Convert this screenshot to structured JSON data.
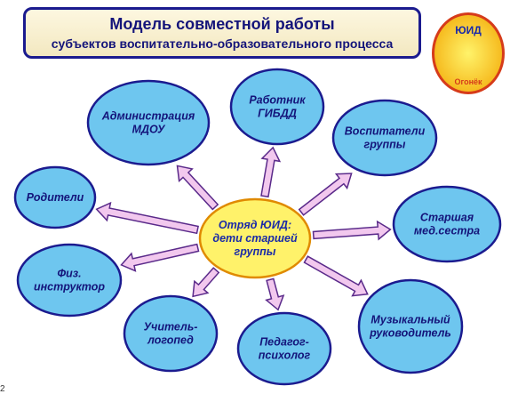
{
  "title": {
    "main": "Модель совместной работы",
    "sub": "субъектов воспитательно-образовательного  процесса"
  },
  "badge": {
    "top": "ЮИД",
    "bottom": "Огонёк"
  },
  "center": {
    "lines": [
      "Отряд ЮИД:",
      "дети старшей",
      "группы"
    ]
  },
  "nodes": [
    {
      "id": "administration",
      "lines": [
        "Администрация",
        "МДОУ"
      ]
    },
    {
      "id": "gibdd",
      "lines": [
        "Работник",
        "ГИБДД"
      ]
    },
    {
      "id": "educators",
      "lines": [
        "Воспитатели",
        "группы"
      ]
    },
    {
      "id": "nurse",
      "lines": [
        "Старшая",
        "мед.сестра"
      ]
    },
    {
      "id": "music",
      "lines": [
        "Музыкальный",
        "руководитель"
      ]
    },
    {
      "id": "psychologist",
      "lines": [
        "Педагог-",
        "психолог"
      ]
    },
    {
      "id": "speech",
      "lines": [
        "Учитель-",
        "логопед"
      ]
    },
    {
      "id": "pe",
      "lines": [
        "Физ.",
        "инструктор"
      ]
    },
    {
      "id": "parents",
      "lines": [
        "Родители"
      ]
    }
  ],
  "colors": {
    "node_fill": "#6ec6ef",
    "node_stroke": "#1b1b8f",
    "center_fill": "#fff26a",
    "center_stroke": "#e08a00",
    "arrow_fill": "#f2c8ee",
    "arrow_stroke": "#5a2a8a"
  },
  "stray_char": "2"
}
